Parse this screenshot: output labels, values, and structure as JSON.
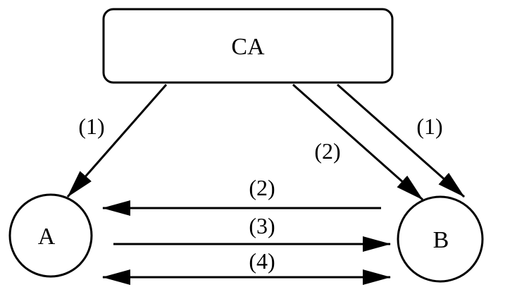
{
  "nodes": {
    "ca": {
      "label": "CA"
    },
    "a": {
      "label": "A"
    },
    "b": {
      "label": "B"
    }
  },
  "edges": [
    {
      "id": "ca-to-a",
      "from": "CA",
      "to": "A",
      "label": "(1)"
    },
    {
      "id": "ca-to-b-2",
      "from": "CA",
      "to": "B",
      "label": "(2)"
    },
    {
      "id": "ca-to-b-1",
      "from": "CA",
      "to": "B",
      "label": "(1)"
    },
    {
      "id": "b-to-a",
      "from": "B",
      "to": "A",
      "label": "(2)"
    },
    {
      "id": "a-to-b",
      "from": "A",
      "to": "B",
      "label": "(3)"
    },
    {
      "id": "a-b-bidirectional",
      "from": "A",
      "to": "B",
      "bidirectional": true,
      "label": "(4)"
    }
  ],
  "colors": {
    "stroke": "#000000",
    "background": "#ffffff"
  }
}
